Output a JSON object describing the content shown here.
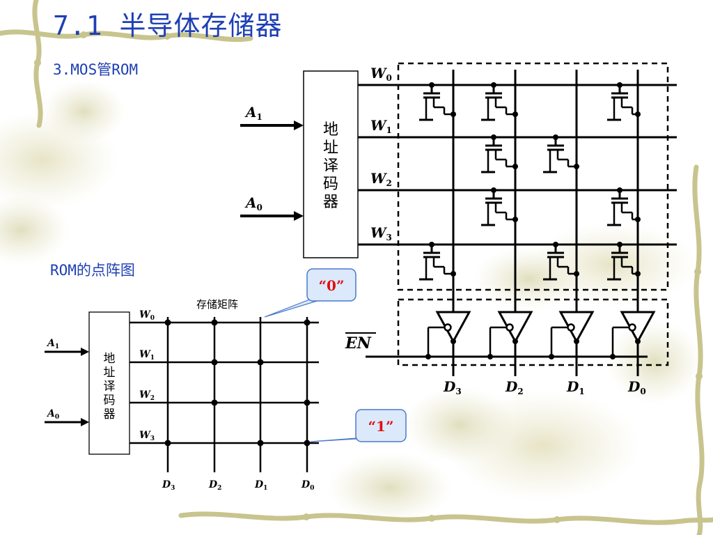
{
  "slide": {
    "title": "7.1  半导体存储器",
    "subtitle": "3.MOS管ROM",
    "dot_matrix_caption": "ROM的点阵图",
    "storage_matrix_label": "存储矩阵",
    "callout_zero": "“0”",
    "callout_one": "“1”",
    "enable_label": "EN"
  },
  "decoder": {
    "label_chars": [
      "地",
      "址",
      "译",
      "码",
      "器"
    ]
  },
  "address_inputs": [
    {
      "name": "A",
      "sub": "1"
    },
    {
      "name": "A",
      "sub": "0"
    }
  ],
  "word_lines": [
    {
      "name": "W",
      "sub": "0"
    },
    {
      "name": "W",
      "sub": "1"
    },
    {
      "name": "W",
      "sub": "2"
    },
    {
      "name": "W",
      "sub": "3"
    }
  ],
  "data_outputs": [
    {
      "name": "D",
      "sub": "3"
    },
    {
      "name": "D",
      "sub": "2"
    },
    {
      "name": "D",
      "sub": "1"
    },
    {
      "name": "D",
      "sub": "0"
    }
  ],
  "memory_matrix": [
    [
      1,
      1,
      0,
      1
    ],
    [
      0,
      1,
      1,
      0
    ],
    [
      0,
      1,
      0,
      1
    ],
    [
      1,
      0,
      1,
      1
    ]
  ],
  "colors": {
    "title": "#1e3fb4",
    "callout_text": "#e01010",
    "callout_fill": "#dbe9fb",
    "callout_stroke": "#4a78c8",
    "line": "#000000"
  }
}
